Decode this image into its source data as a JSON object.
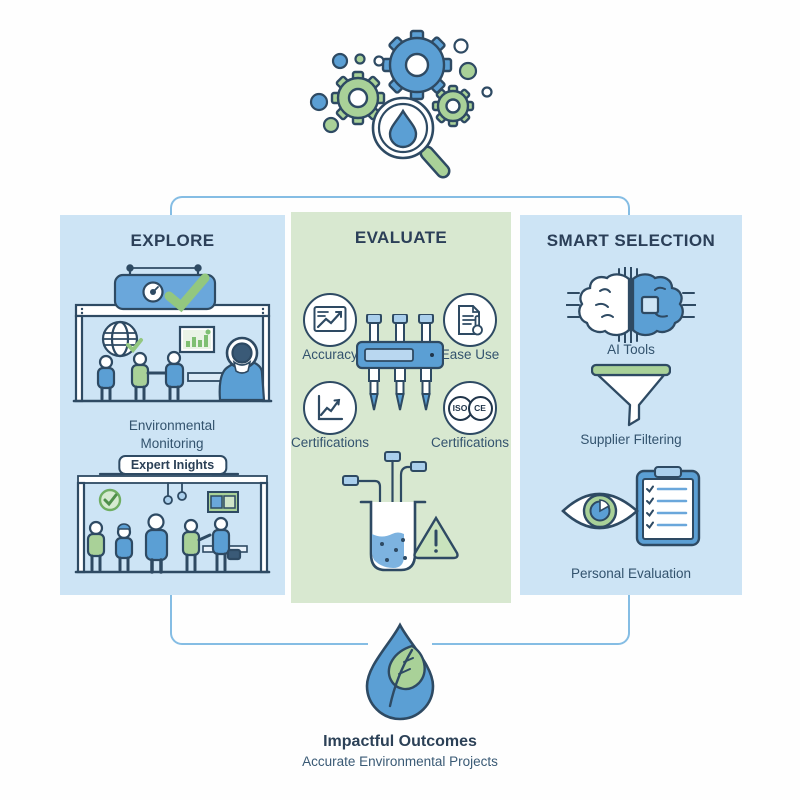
{
  "panels": {
    "explore": {
      "title": "EXPLORE",
      "monitoring_caption": "Environmental Monitoring",
      "expert_sign": "Expert Inights"
    },
    "evaluate": {
      "title": "EVALUATE",
      "features": [
        {
          "label": "Accuracy",
          "icon": "trend-board-icon"
        },
        {
          "label": "Ease Use",
          "icon": "document-touch-icon"
        },
        {
          "label": "Certifications",
          "icon": "growth-chart-icon"
        },
        {
          "label": "Certifications",
          "icon": "iso-ce-badges-icon"
        }
      ],
      "badge_iso": "ISO",
      "badge_ce": "CE"
    },
    "smart_selection": {
      "title": "SMART SELECTION",
      "items": [
        {
          "label": "AI Tools",
          "icon": "ai-brain-chip-icon"
        },
        {
          "label": "Supplier Filtering",
          "icon": "funnel-icon"
        },
        {
          "label": "Personal Evaluation",
          "icon": "eye-checklist-icon"
        }
      ]
    }
  },
  "outcome": {
    "title": "Impactful Outcomes",
    "subtitle": "Accurate Environmental Projects",
    "icon": "waterdrop-leaf-icon"
  },
  "header_icon": "gears-magnifier-waterdrop-icon",
  "colors": {
    "panel_blue": "#cde4f5",
    "panel_green": "#d8e8d0",
    "accent_blue": "#5b9fd4",
    "accent_light_blue": "#aacfec",
    "accent_green": "#a9d198",
    "outline_dark": "#2e4a63",
    "connector_blue": "#85bde4",
    "heading_text": "#2b3f58",
    "label_text": "#33536e"
  }
}
